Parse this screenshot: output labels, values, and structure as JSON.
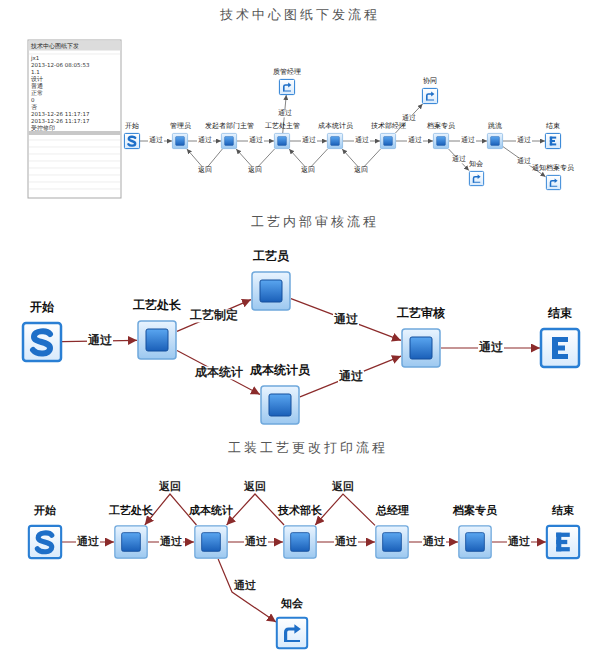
{
  "diagram": {
    "title": "技术中心图纸下发流程",
    "nodes": [
      {
        "text": [
          "开始"
        ]
      },
      {
        "text": [
          "管理员"
        ]
      },
      {
        "text": [
          "发起者部门主管"
        ]
      },
      {
        "text": [
          "工艺处主管"
        ]
      },
      {
        "text": [
          "质管经理"
        ]
      },
      {
        "text": [
          "成本统计员"
        ]
      },
      {
        "text": [
          "技术部经理"
        ]
      },
      {
        "text": [
          "协同"
        ]
      },
      {
        "text": [
          "档案专员"
        ]
      },
      {
        "text": [
          "知会"
        ]
      },
      {
        "text": [
          "跳流"
        ]
      },
      {
        "text": [
          "结束"
        ]
      },
      {
        "text": [
          "通知档案专员"
        ]
      },
      {
        "text": [
          "开始"
        ]
      },
      {
        "text": [
          "工艺处长"
        ]
      },
      {
        "text": [
          "工艺员"
        ]
      },
      {
        "text": [
          "成本统计员"
        ]
      },
      {
        "text": [
          "工艺审核"
        ]
      },
      {
        "text": [
          "结束"
        ]
      },
      {
        "text": [
          "开始"
        ]
      },
      {
        "text": [
          "工艺处长"
        ]
      },
      {
        "text": [
          "成本统计"
        ]
      },
      {
        "text": [
          "技术部长"
        ]
      },
      {
        "text": [
          "总经理"
        ]
      },
      {
        "text": [
          "档案专员"
        ]
      },
      {
        "text": [
          "结束"
        ]
      },
      {
        "text": [
          "知会"
        ]
      }
    ],
    "edges": [
      {
        "from": 0,
        "to": 1,
        "label": "通过",
        "arrow": "to"
      },
      {
        "from": 1,
        "to": 2,
        "label": "通过",
        "arrow": "to"
      },
      {
        "from": 2,
        "to": 1,
        "label": "返回",
        "arrow": "to"
      },
      {
        "from": 2,
        "to": 3,
        "label": "通过",
        "arrow": "to"
      },
      {
        "from": 3,
        "to": 2,
        "label": "返回",
        "arrow": "to"
      },
      {
        "from": 3,
        "to": 4,
        "label": "通过",
        "arrow": "to"
      },
      {
        "from": 3,
        "to": 5,
        "label": "通过",
        "arrow": "to"
      },
      {
        "from": 5,
        "to": 3,
        "label": "返回",
        "arrow": "to"
      },
      {
        "from": 5,
        "to": 6,
        "label": "通过",
        "arrow": "to"
      },
      {
        "from": 6,
        "to": 5,
        "label": "返回",
        "arrow": "to"
      },
      {
        "from": 6,
        "to": 8,
        "label": "通过",
        "arrow": "to"
      },
      {
        "from": 6,
        "to": 7,
        "label": "通过",
        "arrow": "to"
      },
      {
        "from": 8,
        "to": 10,
        "label": "通过",
        "arrow": "to"
      },
      {
        "from": 8,
        "to": 9,
        "label": "通过",
        "arrow": "to"
      },
      {
        "from": 10,
        "to": 11,
        "label": "通过",
        "arrow": "to"
      },
      {
        "from": 10,
        "to": 12,
        "label": "通过",
        "arrow": "to"
      },
      {
        "from": 13,
        "to": 14,
        "label": "通过",
        "arrow": "to"
      },
      {
        "from": 14,
        "to": 15,
        "label": "工艺制定",
        "arrow": "to"
      },
      {
        "from": 14,
        "to": 16,
        "label": "成本统计",
        "arrow": "to"
      },
      {
        "from": 15,
        "to": 17,
        "label": "通过",
        "arrow": "to"
      },
      {
        "from": 16,
        "to": 17,
        "label": "通过",
        "arrow": "to"
      },
      {
        "from": 17,
        "to": 18,
        "label": "通过",
        "arrow": "to"
      },
      {
        "from": 19,
        "to": 20,
        "label": "通过",
        "arrow": "to"
      },
      {
        "from": 20,
        "to": 21,
        "label": "通过",
        "arrow": "to"
      },
      {
        "from": 21,
        "to": 20,
        "label": "返回",
        "arrow": "to"
      },
      {
        "from": 21,
        "to": 22,
        "label": "通过",
        "arrow": "to"
      },
      {
        "from": 22,
        "to": 21,
        "label": "返回",
        "arrow": "to"
      },
      {
        "from": 22,
        "to": 23,
        "label": "通过",
        "arrow": "to"
      },
      {
        "from": 23,
        "to": 22,
        "label": "返回",
        "arrow": "to"
      },
      {
        "from": 23,
        "to": 24,
        "label": "通过",
        "arrow": "to"
      },
      {
        "from": 24,
        "to": 25,
        "label": "通过",
        "arrow": "to"
      },
      {
        "from": 21,
        "to": 26,
        "label": "通过",
        "arrow": "to"
      }
    ],
    "labels": [
      "工艺内部审核流程",
      "工装工艺更改打印流程",
      "技术中心图纸下发",
      "jx1",
      "2013-12-06 08:05:53",
      "1.1",
      "设计",
      "普通",
      "正常",
      "0",
      "否",
      "2013-12-26 11:17:17",
      "2013-12-26 11:17:17",
      "受控修印"
    ]
  }
}
